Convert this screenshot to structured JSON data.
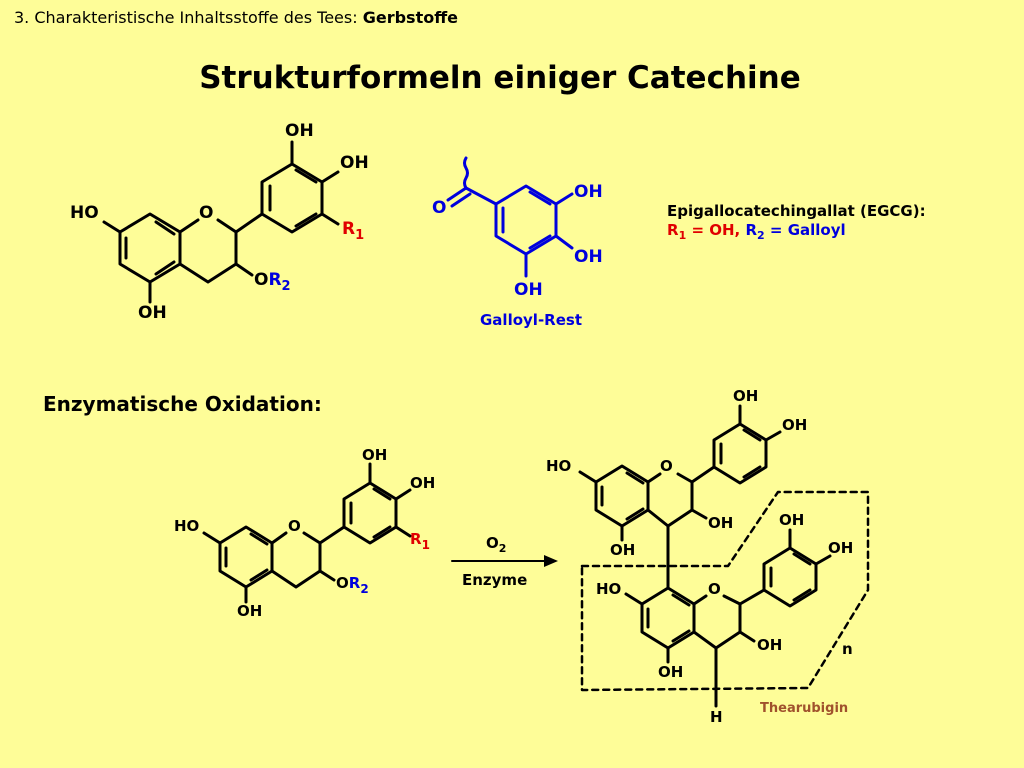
{
  "header": {
    "prefix": "3. Charakteristische Inhaltsstoffe des Tees:",
    "topic": "Gerbstoffe"
  },
  "title": "Strukturformeln einiger Catechine",
  "section_title": "Enzymatische Oxidation:",
  "colors": {
    "background": "#FEFD98",
    "r1": "#E00000",
    "r2": "#0000DD",
    "galloyl": "#0000DD",
    "thearubigin": "#A0522D"
  },
  "catechin": {
    "oh_top": "OH",
    "oh_mid": "OH",
    "ho": "HO",
    "o_ring": "O",
    "oh_bottom": "OH",
    "r1": "R",
    "r1_sub": "1",
    "or2_o": "O",
    "r2": "R",
    "r2_sub": "2"
  },
  "galloyl": {
    "o": "O",
    "oh1": "OH",
    "oh2": "OH",
    "oh3": "OH",
    "label": "Galloyl-Rest"
  },
  "egcg": {
    "name": "Epigallocatechingallat (EGCG):",
    "r1": "R",
    "r1_sub": "1",
    "r1_value": " = OH, ",
    "r2": "R",
    "r2_sub": "2",
    "r2_value": " = Galloyl"
  },
  "reaction": {
    "reagent": "O",
    "reagent_sub": "2",
    "enzyme": "Enzyme"
  },
  "catechin2": {
    "oh_top": "OH",
    "oh_mid": "OH",
    "ho": "HO",
    "o_ring": "O",
    "oh_bottom": "OH",
    "r1": "R",
    "r1_sub": "1",
    "or2_o": "O",
    "r2": "R",
    "r2_sub": "2"
  },
  "polymer": {
    "u1_oh_top": "OH",
    "u1_oh_mid": "OH",
    "u1_ho": "HO",
    "u1_o": "O",
    "u1_oh3": "OH",
    "u1_oh5": "OH",
    "u2_oh_top": "OH",
    "u2_oh_mid": "OH",
    "u2_ho": "HO",
    "u2_o": "O",
    "u2_oh3": "OH",
    "u2_oh5": "OH",
    "h": "H",
    "n": "n",
    "label": "Thearubigin"
  }
}
